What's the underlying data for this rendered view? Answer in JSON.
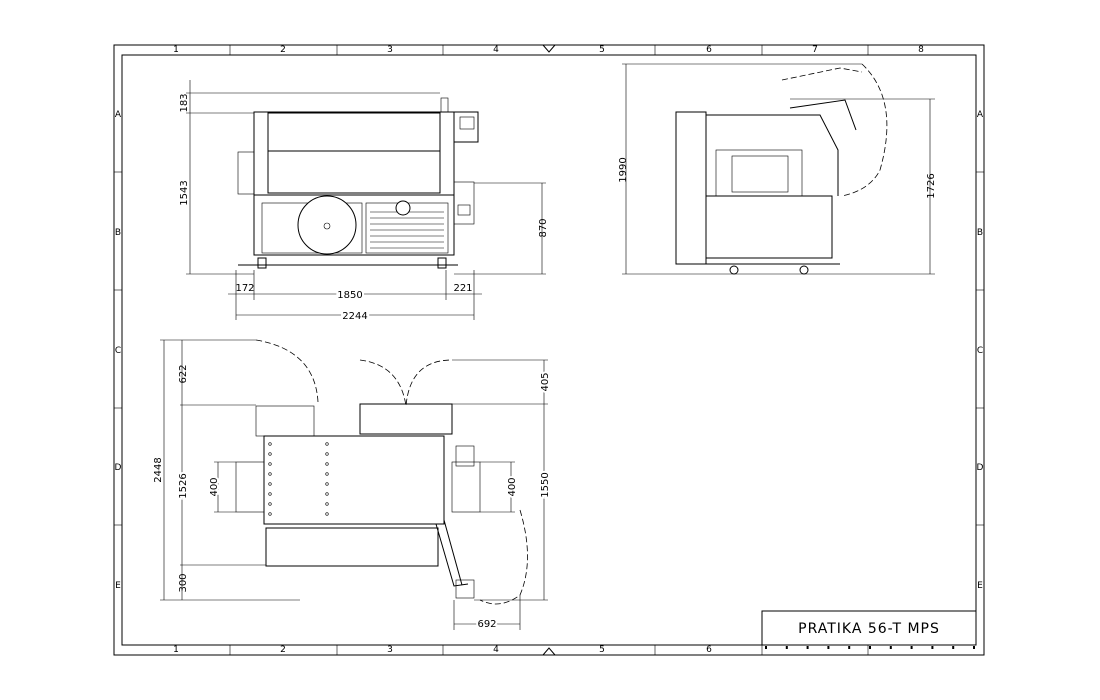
{
  "title_block": {
    "title": "PRATIKA 56-T MPS"
  },
  "grid": {
    "columns": [
      "1",
      "2",
      "3",
      "4",
      "5",
      "6",
      "7",
      "8"
    ],
    "rows": [
      "A",
      "B",
      "C",
      "D",
      "E"
    ]
  },
  "front_view": {
    "dims": {
      "top_offset": "183",
      "height": "1543",
      "right_height": "870",
      "left_overhang": "172",
      "frame_width": "1850",
      "right_overhang": "221",
      "total_width": "2244"
    }
  },
  "side_view": {
    "dims": {
      "total_height": "1990",
      "height": "1726"
    }
  },
  "top_view": {
    "dims": {
      "top_clearance": "622",
      "total_depth": "2448",
      "depth": "1526",
      "bottom": "300",
      "left_tunnel": "400",
      "right_tunnel": "400",
      "door_clearance": "405",
      "right_depth": "1550",
      "arm_swing": "692"
    }
  },
  "colors": {
    "line": "#000000",
    "background": "#ffffff"
  }
}
